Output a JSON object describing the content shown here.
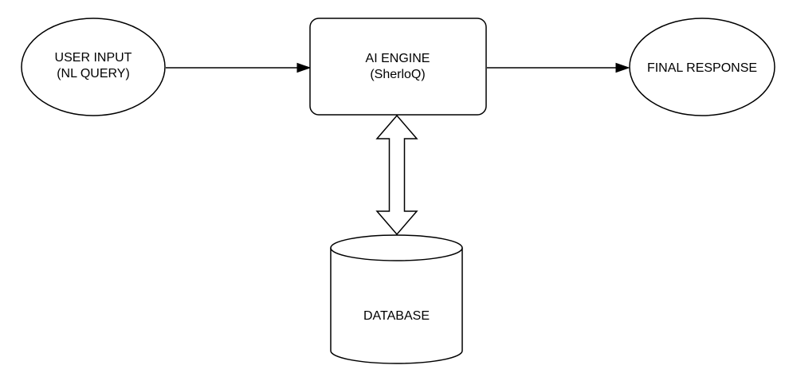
{
  "diagram": {
    "colors": {
      "background": "#ffffff",
      "stroke": "#000000",
      "text": "#000000"
    },
    "nodes": {
      "user_input": {
        "shape": "ellipse",
        "line1": "USER INPUT",
        "line2": "(NL QUERY)"
      },
      "ai_engine": {
        "shape": "rounded-rect",
        "line1": "AI ENGINE",
        "line2": "(SherloQ)"
      },
      "final_response": {
        "shape": "ellipse",
        "label": "FINAL RESPONSE"
      },
      "database": {
        "shape": "cylinder",
        "label": "DATABASE"
      }
    },
    "edges": [
      {
        "from": "user_input",
        "to": "ai_engine",
        "style": "arrow"
      },
      {
        "from": "ai_engine",
        "to": "final_response",
        "style": "arrow"
      },
      {
        "from": "ai_engine",
        "to": "database",
        "style": "double-block-arrow"
      }
    ]
  }
}
